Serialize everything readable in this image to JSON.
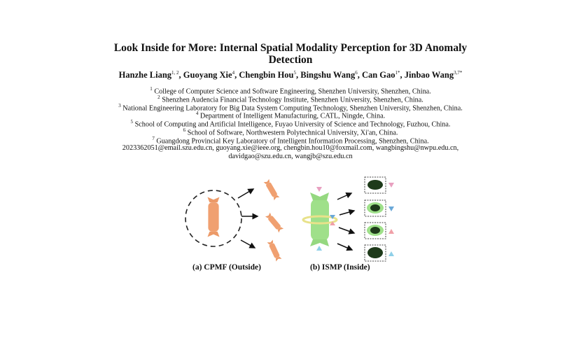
{
  "title_line1": "Look Inside for More: Internal Spatial Modality Perception for 3D Anomaly",
  "title_line2": "Detection",
  "authors": [
    {
      "name": "Hanzhe Liang",
      "sup": "1, 2"
    },
    {
      "name": "Guoyang Xie",
      "sup": "4"
    },
    {
      "name": "Chengbin Hou",
      "sup": "5"
    },
    {
      "name": "Bingshu Wang",
      "sup": "6"
    },
    {
      "name": "Can Gao",
      "sup": "1*"
    },
    {
      "name": "Jinbao Wang",
      "sup": "3,7*"
    }
  ],
  "affiliations": [
    {
      "sup": "1",
      "text": "College of Computer Science and Software Engineering, Shenzhen University, Shenzhen, China."
    },
    {
      "sup": "2",
      "text": "Shenzhen Audencia Financial Technology Institute, Shenzhen University, Shenzhen, China."
    },
    {
      "sup": "3",
      "text": "National Engineering Laboratory for Big Data System Computing Technology, Shenzhen University, Shenzhen, China."
    },
    {
      "sup": "4",
      "text": "Department of Intelligent Manufacturing, CATL, Ningde, China."
    },
    {
      "sup": "5",
      "text": "School of Computing and Artificial Intelligence, Fuyao University of Science and Technology, Fuzhou, China."
    },
    {
      "sup": "6",
      "text": "School of Software, Northwestern Polytechnical University, Xi'an, China."
    },
    {
      "sup": "7",
      "text": "Guangdong Provincial Key Laboratory of Intelligent Information Processing, Shenzhen, China."
    }
  ],
  "emails_line1": "2023362051@email.szu.edu.cn, guoyang.xie@ieee.org, chengbin.hou10@foxmail.com, wangbingshu@nwpu.edu.cn,",
  "emails_line2": "davidgao@szu.edu.cn, wangjb@szu.edu.cn",
  "figure": {
    "caption_a": "(a)  CPMF (Outside)",
    "caption_b": "(b) ISMP (Inside)",
    "colors": {
      "orange": "#f0a070",
      "green": "#9fe08a",
      "ring": "#f3f0a0",
      "pink": "#e8a0c0",
      "blue": "#6aa8d8",
      "red": "#f0a0a8",
      "cyan": "#8fd0e8"
    }
  }
}
